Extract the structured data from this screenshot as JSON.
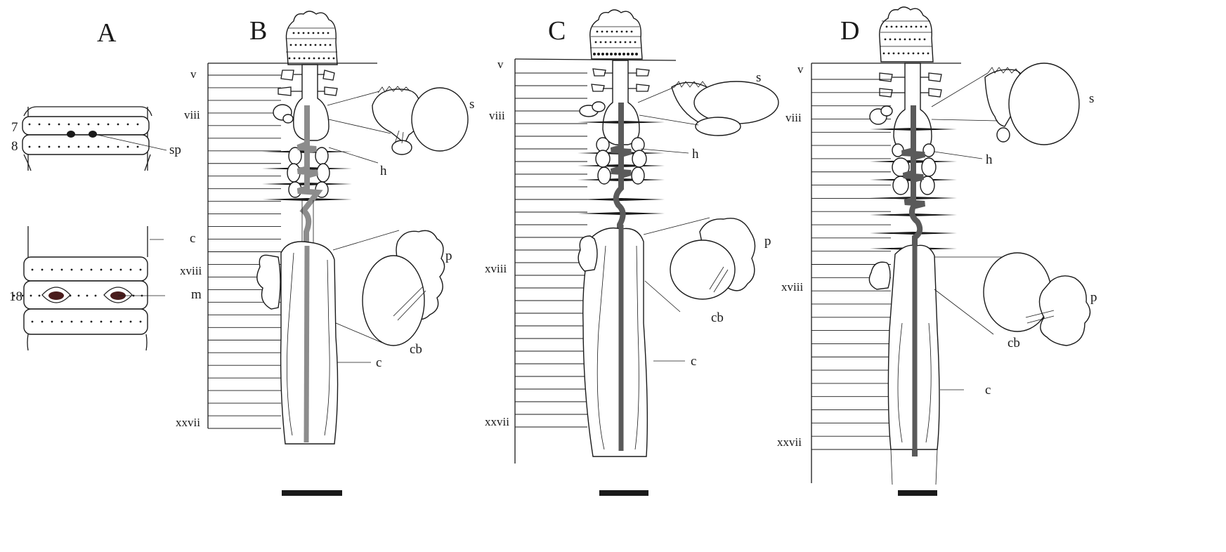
{
  "panels": [
    {
      "letter": "A",
      "labels": {
        "segment_7": "7",
        "segment_8": "8",
        "segment_18": "18",
        "sp": "sp",
        "c": "c",
        "m": "m"
      }
    },
    {
      "letter": "B",
      "segments": {
        "v": "v",
        "viii": "viii",
        "xviii": "xviii",
        "xxvii": "xxvii"
      },
      "labels": {
        "s": "s",
        "h": "h",
        "p": "p",
        "cb": "cb",
        "c": "c"
      }
    },
    {
      "letter": "C",
      "segments": {
        "v": "v",
        "viii": "viii",
        "xviii": "xviii",
        "xxvii": "xxvii"
      },
      "labels": {
        "s": "s",
        "h": "h",
        "p": "p",
        "cb": "cb",
        "c": "c"
      }
    },
    {
      "letter": "D",
      "segments": {
        "v": "v",
        "viii": "viii",
        "xviii": "xviii",
        "xxvii": "xxvii"
      },
      "labels": {
        "s": "s",
        "h": "h",
        "p": "p",
        "cb": "cb",
        "c": "c"
      }
    }
  ],
  "colors": {
    "ink": "#1a1a1a",
    "vessel": "#8c8c8c",
    "vessel_dark": "#5a5a5a",
    "marking": "#4a1c1c"
  }
}
